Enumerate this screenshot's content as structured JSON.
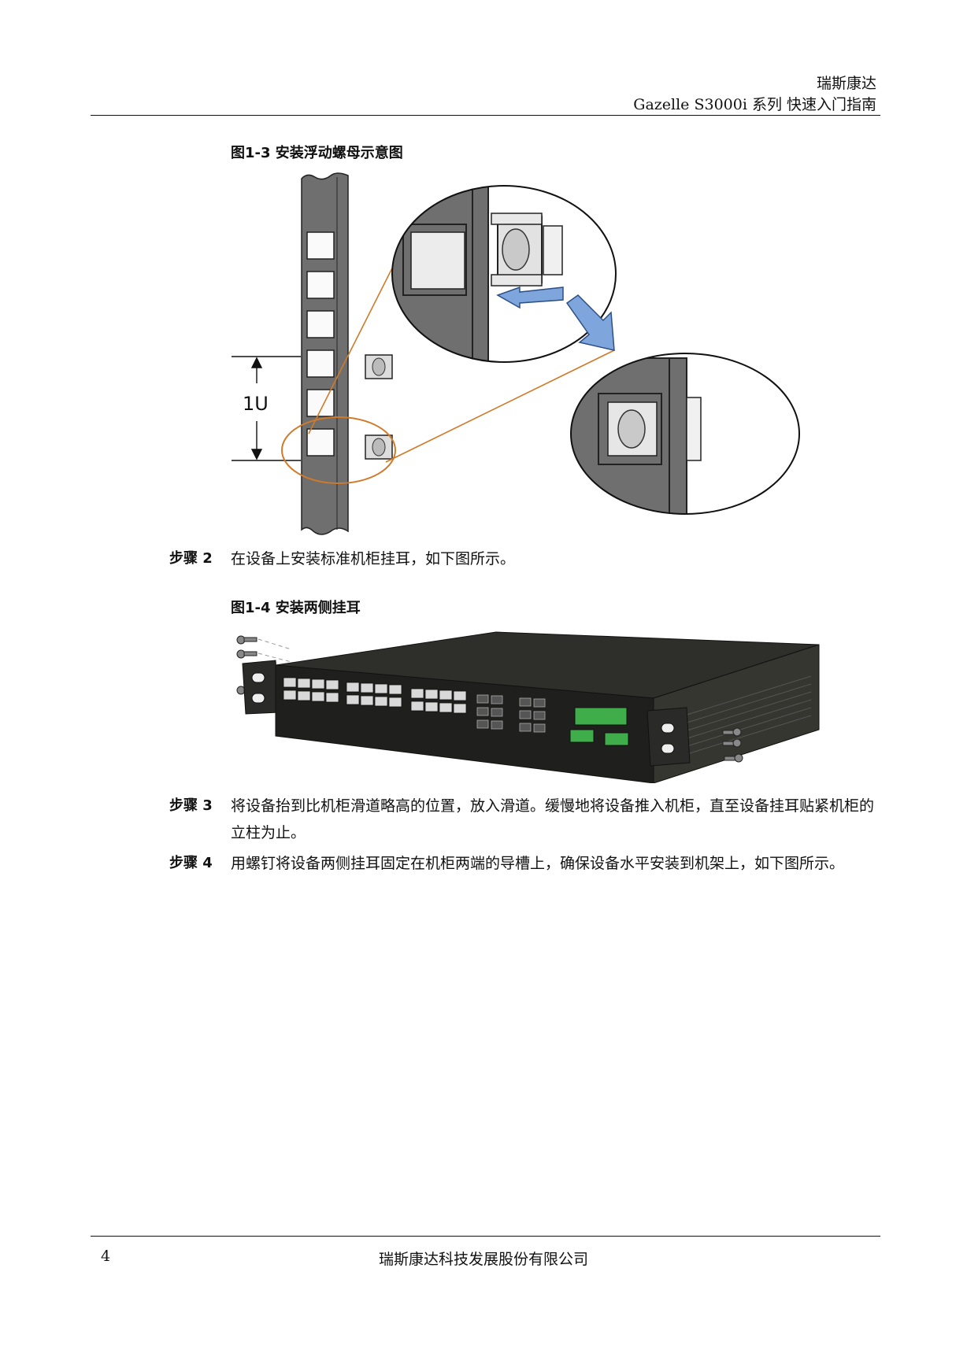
{
  "header": {
    "company": "瑞斯康达",
    "doc_title": "Gazelle S3000i 系列  快速入门指南"
  },
  "figure1": {
    "caption": "图1-3  安装浮动螺母示意图",
    "label_1u": "1U"
  },
  "steps": [
    {
      "label": "步骤 2",
      "text": "在设备上安装标准机柜挂耳，如下图所示。"
    },
    {
      "label": "步骤 3",
      "text": "将设备抬到比机柜滑道略高的位置，放入滑道。缓慢地将设备推入机柜，直至设备挂耳贴紧机柜的立柱为止。"
    },
    {
      "label": "步骤 4",
      "text": "用螺钉将设备两侧挂耳固定在机柜两端的导槽上，确保设备水平安装到机架上，如下图所示。"
    }
  ],
  "figure2": {
    "caption": "图1-4  安装两侧挂耳"
  },
  "footer": {
    "page_number": "4",
    "company_full": "瑞斯康达科技发展股份有限公司"
  },
  "colors": {
    "callout_line": "#d07a2a",
    "arrow_fill": "#7fa6dc",
    "rail_gray": "#6f6f6f",
    "device_body": "#2a2b28",
    "terminal_green": "#3fae4a"
  }
}
